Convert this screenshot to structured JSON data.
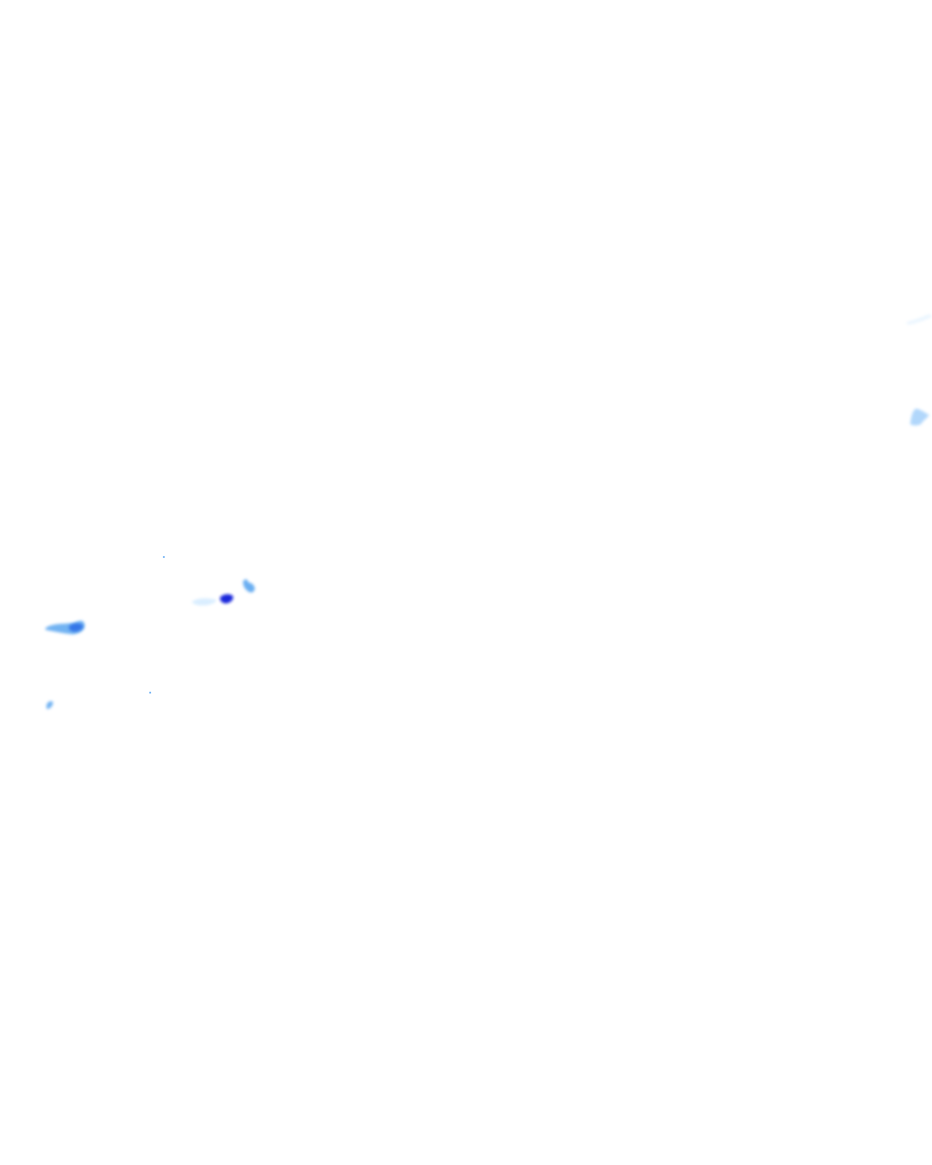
{
  "map": {
    "kind": "precipitation-radar-overlay",
    "background_color": "#ffffff",
    "colors": {
      "very_light": "#d6ecff",
      "light": "#a9d3fb",
      "medium": "#5aa6f0",
      "strong": "#2f6fe6",
      "heavy": "#0b1fd9"
    },
    "cells": [
      {
        "id": "cell-west-band",
        "intensity": "medium"
      },
      {
        "id": "cell-west-band-core",
        "intensity": "strong"
      },
      {
        "id": "cell-central-light",
        "intensity": "very_light"
      },
      {
        "id": "cell-central-core",
        "intensity": "heavy"
      },
      {
        "id": "cell-central-north",
        "intensity": "medium"
      },
      {
        "id": "cell-southwest",
        "intensity": "medium"
      },
      {
        "id": "cell-east",
        "intensity": "light"
      },
      {
        "id": "cell-east-north",
        "intensity": "very_light"
      }
    ]
  }
}
